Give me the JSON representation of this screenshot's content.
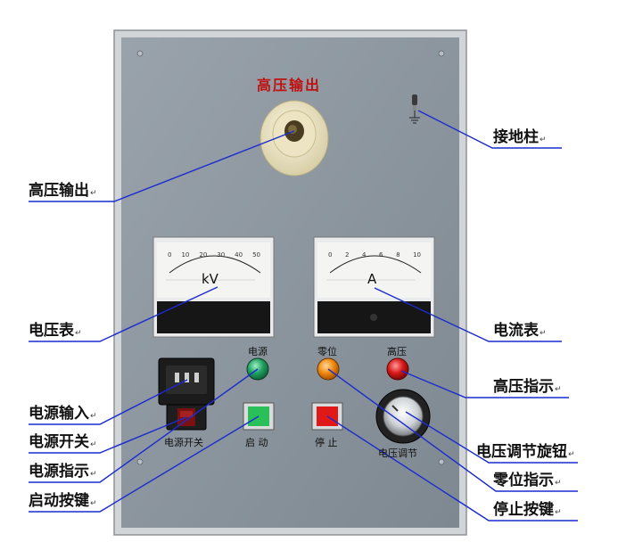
{
  "panel": {
    "title": "高压输出",
    "labels": {
      "power_switch": "电源开关",
      "power_led": "电源",
      "zero_led": "零位",
      "hv_led": "高压",
      "start": "启 动",
      "stop": "停 止",
      "voltage_adjust": "电压调节"
    }
  },
  "meters": {
    "voltmeter": {
      "unit": "kV",
      "ticks": [
        "0",
        "10",
        "20",
        "30",
        "40",
        "50"
      ]
    },
    "ammeter": {
      "unit": "A",
      "ticks": [
        "0",
        "2",
        "4",
        "6",
        "8",
        "10"
      ]
    }
  },
  "colors": {
    "panel": "#8a939c",
    "frame": "#c9ccce",
    "leader": "#1a2bd0",
    "power_led": "#20a060",
    "zero_led": "#f08a10",
    "hv_led": "#d81818",
    "start_button": "#2bbf5a",
    "stop_button": "#e01818",
    "title_text": "#c01010"
  },
  "callouts": {
    "ground_post": "接地柱",
    "hv_output": "高压输出",
    "voltmeter": "电压表",
    "ammeter": "电流表",
    "hv_indicator": "高压指示",
    "power_input": "电源输入",
    "power_switch": "电源开关",
    "voltage_knob": "电压调节旋钮",
    "power_indicator": "电源指示",
    "zero_indicator": "零位指示",
    "start_button": "启动按键",
    "stop_button": "停止按键"
  },
  "paragraph_mark": "↵"
}
